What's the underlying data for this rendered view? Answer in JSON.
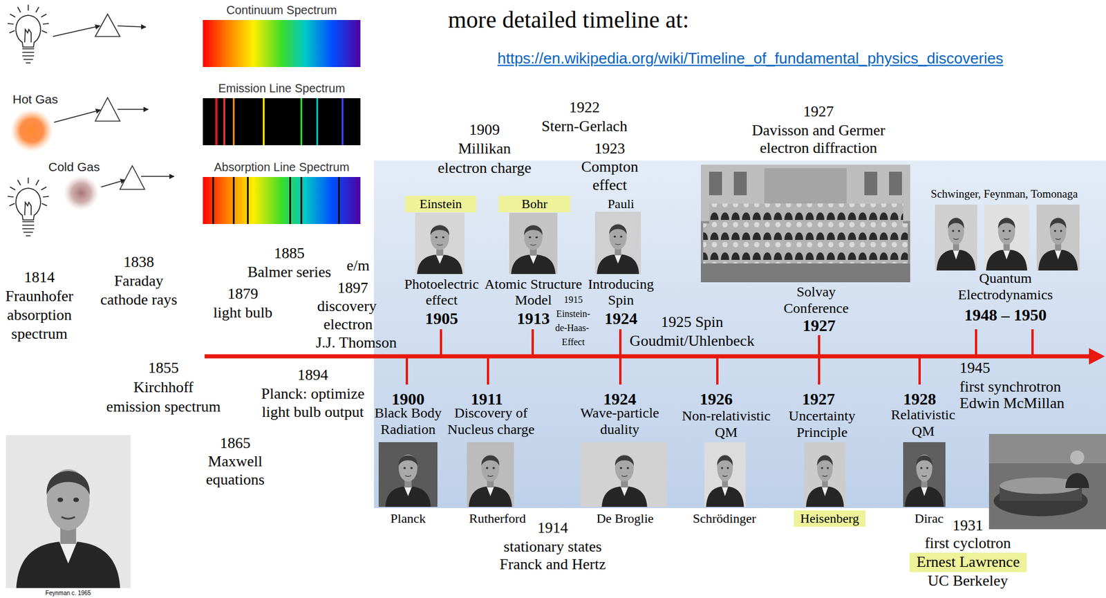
{
  "diagram": {
    "nodes": [
      {
        "text": [
          "Continuum Spectrum"
        ]
      },
      {
        "text": [
          "Emission Line Spectrum"
        ]
      },
      {
        "text": [
          "Absorption Line Spectrum"
        ]
      },
      {
        "text": [
          "Einstein"
        ]
      },
      {
        "text": [
          "Bohr"
        ]
      },
      {
        "text": [
          "Heisenberg"
        ]
      },
      {
        "text": [
          "Ernest Lawrence"
        ]
      }
    ],
    "labels": [
      "more detailed timeline at:",
      "https://en.wikipedia.org/wiki/Timeline_of_fundamental_physics_discoveries",
      "Hot Gas",
      "Cold Gas",
      "1814",
      "Fraunhofer",
      "absorption",
      "spectrum",
      "1838",
      "Faraday",
      "cathode rays",
      "1879",
      "light bulb",
      "1885",
      "Balmer series",
      "e/m",
      "1897",
      "discovery",
      "electron",
      "J.J. Thomson",
      "1855",
      "Kirchhoff",
      "emission spectrum",
      "1894",
      "Planck: optimize",
      "light bulb output",
      "1865",
      "Maxwell",
      "equations",
      "1909",
      "Millikan",
      "electron charge",
      "1922",
      "Stern-Gerlach",
      "1923",
      "Compton",
      "effect",
      "1927",
      "Davisson and Germer",
      "electron diffraction",
      "Photoelectric",
      "effect",
      "1905",
      "Atomic Structure",
      "Model",
      "1913",
      "1915",
      "Einstein-",
      "de-Haas-",
      "Effect",
      "Pauli",
      "Introducing",
      "Spin",
      "1924",
      "1925 Spin",
      "Goudmit/Uhlenbeck",
      "Solvay",
      "Conference",
      "1927",
      "Schwinger, Feynman, Tomonaga",
      "Quantum",
      "Electrodynamics",
      "1948 – 1950",
      "1900",
      "Black Body",
      "Radiation",
      "Planck",
      "1911",
      "Discovery of",
      "Nucleus charge",
      "Rutherford",
      "1914",
      "stationary states",
      "Franck and Hertz",
      "1924",
      "Wave-particle",
      "duality",
      "De Broglie",
      "1926",
      "Non-relativistic",
      "QM",
      "Schrödinger",
      "1927",
      "Uncertainty",
      "Principle",
      "1928",
      "Relativistic",
      "QM",
      "Dirac",
      "1945",
      "first synchrotron",
      "Edwin McMillan",
      "1931",
      "first cyclotron",
      "UC Berkeley",
      "Feynman c. 1965"
    ]
  }
}
